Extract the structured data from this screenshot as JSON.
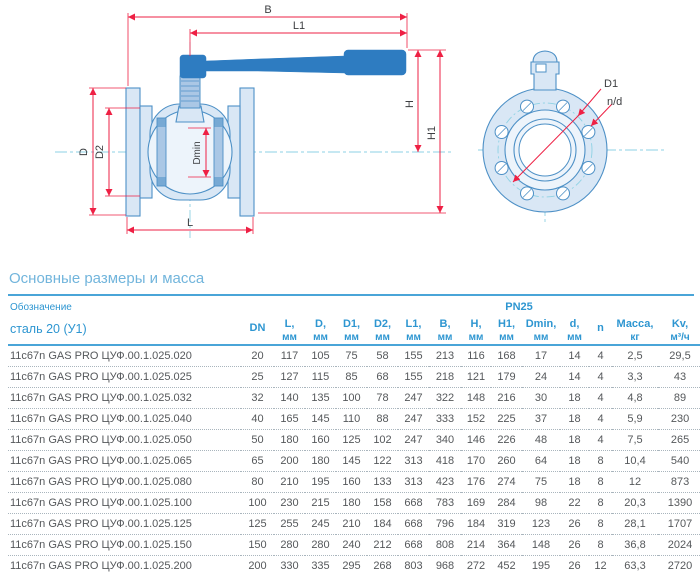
{
  "colors": {
    "page-bg": "#ffffff",
    "title-blue": "#72b5dc",
    "header-blue": "#2e96d1",
    "border-blue": "#4aa5d8",
    "row-text": "#55585b",
    "row-divider": "#a9b5bd",
    "drawing-stroke": "#4d90c6",
    "drawing-fill": "#d9e7f5",
    "drawing-fill-light": "#edf4fb",
    "drawing-fill-mid": "#aac7e5",
    "handle-blue": "#2e7cc1",
    "centerline-cyan": "#8ed2e4",
    "dimension-red": "#ee2044",
    "label-gray": "#3c3e41"
  },
  "diagram": {
    "side_view": {
      "labels": {
        "b": "B",
        "l1": "L1",
        "h": "H",
        "h1": "H1",
        "d": "D",
        "d2": "D2",
        "dmin": "Dmin",
        "l": "L"
      }
    },
    "front_view": {
      "labels": {
        "d1": "D1",
        "nd": "n/d"
      }
    }
  },
  "table": {
    "title": "Основные размеры и масса",
    "designation_label": "Обозначение",
    "material_label": "сталь 20 (У1)",
    "group_header": "PN25",
    "columns": [
      {
        "key": "dn",
        "name": "DN",
        "unit": ""
      },
      {
        "key": "l",
        "name": "L,",
        "unit": "мм"
      },
      {
        "key": "d",
        "name": "D,",
        "unit": "мм"
      },
      {
        "key": "d1",
        "name": "D1,",
        "unit": "мм"
      },
      {
        "key": "d2",
        "name": "D2,",
        "unit": "мм"
      },
      {
        "key": "l1",
        "name": "L1,",
        "unit": "мм"
      },
      {
        "key": "b",
        "name": "B,",
        "unit": "мм"
      },
      {
        "key": "h",
        "name": "H,",
        "unit": "мм"
      },
      {
        "key": "h1",
        "name": "H1,",
        "unit": "мм"
      },
      {
        "key": "dmin",
        "name": "Dmin,",
        "unit": "мм"
      },
      {
        "key": "d-hole",
        "name": "d,",
        "unit": "мм"
      },
      {
        "key": "n",
        "name": "n",
        "unit": ""
      },
      {
        "key": "mass",
        "name": "Масса,",
        "unit": "кг"
      },
      {
        "key": "kv",
        "name": "Kv,",
        "unit": "м³/ч"
      }
    ],
    "rows": [
      {
        "designation": "11c67n GAS PRO ЦУФ.00.1.025.020",
        "values": [
          "20",
          "117",
          "105",
          "75",
          "58",
          "155",
          "213",
          "116",
          "168",
          "17",
          "14",
          "4",
          "2,5",
          "29,5"
        ]
      },
      {
        "designation": "11c67n GAS PRO ЦУФ.00.1.025.025",
        "values": [
          "25",
          "127",
          "115",
          "85",
          "68",
          "155",
          "218",
          "121",
          "179",
          "24",
          "14",
          "4",
          "3,3",
          "43"
        ]
      },
      {
        "designation": "11c67n GAS PRO ЦУФ.00.1.025.032",
        "values": [
          "32",
          "140",
          "135",
          "100",
          "78",
          "247",
          "322",
          "148",
          "216",
          "30",
          "18",
          "4",
          "4,8",
          "89"
        ]
      },
      {
        "designation": "11c67n GAS PRO ЦУФ.00.1.025.040",
        "values": [
          "40",
          "165",
          "145",
          "110",
          "88",
          "247",
          "333",
          "152",
          "225",
          "37",
          "18",
          "4",
          "5,9",
          "230"
        ]
      },
      {
        "designation": "11c67n GAS PRO ЦУФ.00.1.025.050",
        "values": [
          "50",
          "180",
          "160",
          "125",
          "102",
          "247",
          "340",
          "146",
          "226",
          "48",
          "18",
          "4",
          "7,5",
          "265"
        ]
      },
      {
        "designation": "11c67n GAS PRO ЦУФ.00.1.025.065",
        "values": [
          "65",
          "200",
          "180",
          "145",
          "122",
          "313",
          "418",
          "170",
          "260",
          "64",
          "18",
          "8",
          "10,4",
          "540"
        ]
      },
      {
        "designation": "11c67n GAS PRO ЦУФ.00.1.025.080",
        "values": [
          "80",
          "210",
          "195",
          "160",
          "133",
          "313",
          "423",
          "176",
          "274",
          "75",
          "18",
          "8",
          "12",
          "873"
        ]
      },
      {
        "designation": "11c67n GAS PRO ЦУФ.00.1.025.100",
        "values": [
          "100",
          "230",
          "215",
          "180",
          "158",
          "668",
          "783",
          "169",
          "284",
          "98",
          "22",
          "8",
          "20,3",
          "1390"
        ]
      },
      {
        "designation": "11c67n GAS PRO ЦУФ.00.1.025.125",
        "values": [
          "125",
          "255",
          "245",
          "210",
          "184",
          "668",
          "796",
          "184",
          "319",
          "123",
          "26",
          "8",
          "28,1",
          "1707"
        ]
      },
      {
        "designation": "11c67n GAS PRO ЦУФ.00.1.025.150",
        "values": [
          "150",
          "280",
          "280",
          "240",
          "212",
          "668",
          "808",
          "214",
          "364",
          "148",
          "26",
          "8",
          "36,8",
          "2024"
        ]
      },
      {
        "designation": "11c67n GAS PRO ЦУФ.00.1.025.200",
        "values": [
          "200",
          "330",
          "335",
          "295",
          "268",
          "803",
          "968",
          "272",
          "452",
          "195",
          "26",
          "12",
          "63,3",
          "2720"
        ]
      }
    ]
  }
}
